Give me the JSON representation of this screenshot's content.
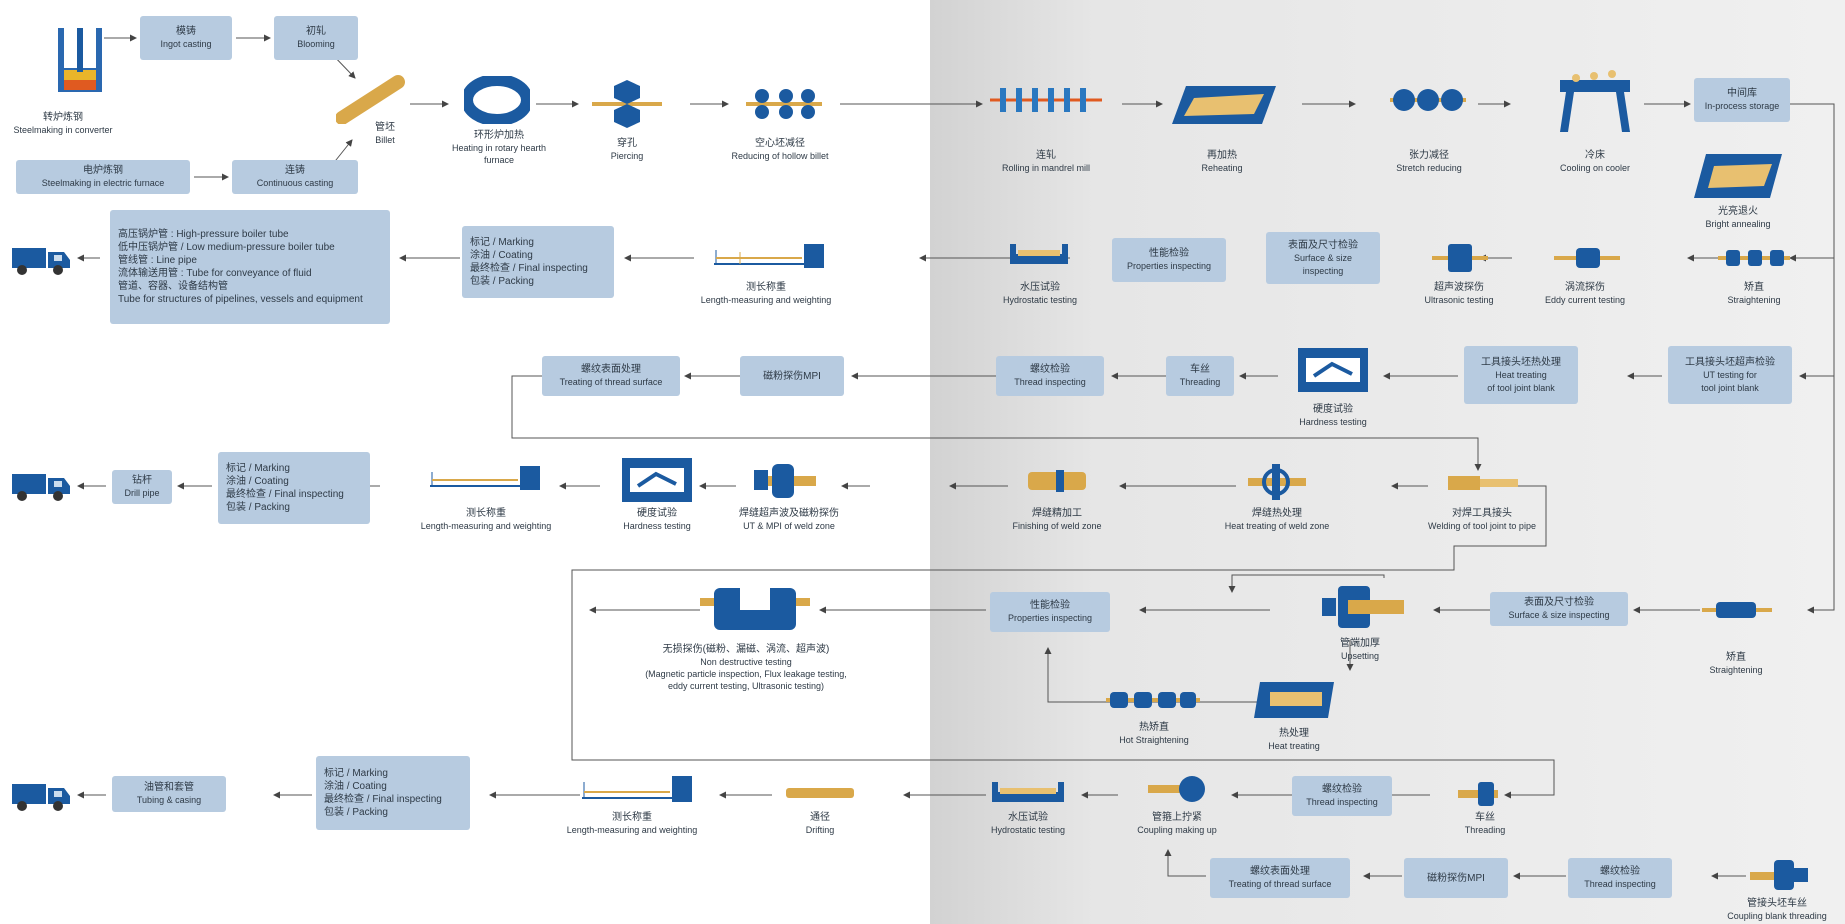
{
  "nodes": {
    "converter": {
      "zh": "转炉炼钢",
      "en": "Steelmaking in converter"
    },
    "ingot": {
      "zh": "模铸",
      "en": "Ingot casting"
    },
    "blooming": {
      "zh": "初轧",
      "en": "Blooming"
    },
    "billet": {
      "zh": "管坯",
      "en": "Billet"
    },
    "electric": {
      "zh": "电炉炼钢",
      "en": "Steelmaking in electric furnace"
    },
    "continuous": {
      "zh": "连铸",
      "en": "Continuous casting"
    },
    "rotary": {
      "zh": "环形炉加热",
      "en": "Heating in rotary hearth furnace"
    },
    "piercing": {
      "zh": "穿孔",
      "en": "Piercing"
    },
    "reducing_hollow": {
      "zh": "空心坯减径",
      "en": "Reducing of hollow billet"
    },
    "mandrel": {
      "zh": "连轧",
      "en": "Rolling in mandrel mill"
    },
    "reheating": {
      "zh": "再加热",
      "en": "Reheating"
    },
    "stretch": {
      "zh": "张力减径",
      "en": "Stretch reducing"
    },
    "cooler": {
      "zh": "冷床",
      "en": "Cooling on cooler"
    },
    "storage": {
      "zh": "中间库",
      "en": "In-process storage"
    },
    "bright": {
      "zh": "光亮退火",
      "en": "Bright annealing"
    },
    "straight1": {
      "zh": "矫直",
      "en": "Straightening"
    },
    "eddy": {
      "zh": "涡流探伤",
      "en": "Eddy current testing"
    },
    "ultra": {
      "zh": "超声波探伤",
      "en": "Ultrasonic testing"
    },
    "surface_size": {
      "zh": "表面及尺寸检验",
      "en1": "Surface & size",
      "en2": "inspecting"
    },
    "properties1": {
      "zh": "性能检验",
      "en": "Properties inspecting"
    },
    "hydro1": {
      "zh": "水压试验",
      "en": "Hydrostatic testing"
    },
    "length1": {
      "zh": "测长称重",
      "en": "Length-measuring and weighting"
    },
    "mark1": {
      "l1": "标记 / Marking",
      "l2": "涂油 / Coating",
      "l3": "最终检查 / Final inspecting",
      "l4": "包装 / Packing"
    },
    "products": {
      "l1": "高压锅炉管 : High-pressure boiler tube",
      "l2": "低中压锅炉管 / Low medium-pressure boiler tube",
      "l3": "管线管 : Line pipe",
      "l4": "流体输送用管 : Tube for conveyance of fluid",
      "l5": "管道、容器、设备结构管",
      "l6": "Tube for structures of pipelines, vessels and equipment"
    },
    "ut_tooljoint": {
      "zh": "工具接头坯超声检验",
      "en1": "UT testing for",
      "en2": "tool joint blank"
    },
    "ht_tooljoint": {
      "zh": "工具接头坯热处理",
      "en1": "Heat treating",
      "en2": "of tool joint blank"
    },
    "hardness1": {
      "zh": "硬度试验",
      "en": "Hardness testing"
    },
    "threading1": {
      "zh": "车丝",
      "en": "Threading"
    },
    "thread_insp1": {
      "zh": "螺纹检验",
      "en": "Thread inspecting"
    },
    "mpi1": {
      "zh": "磁粉探伤MPI"
    },
    "thread_surf1": {
      "zh": "螺纹表面处理",
      "en": "Treating of thread surface"
    },
    "weld_tj": {
      "zh": "对焊工具接头",
      "en": "Welding of tool joint to pipe"
    },
    "ht_weld": {
      "zh": "焊缝热处理",
      "en": "Heat treating of weld zone"
    },
    "finish_weld": {
      "zh": "焊缝精加工",
      "en": "Finishing of weld zone"
    },
    "ut_mpi_weld": {
      "zh": "焊缝超声波及磁粉探伤",
      "en": "UT & MPI of weld zone"
    },
    "hardness2": {
      "zh": "硬度试验",
      "en": "Hardness testing"
    },
    "length2": {
      "zh": "测长称重",
      "en": "Length-measuring and weighting"
    },
    "mark2": {
      "l1": "标记 / Marking",
      "l2": "涂油 / Coating",
      "l3": "最终检查 / Final inspecting",
      "l4": "包装 / Packing"
    },
    "drill": {
      "zh": "钻杆",
      "en": "Drill pipe"
    },
    "straight2": {
      "zh": "矫直",
      "en": "Straightening"
    },
    "surface_size2": {
      "zh": "表面及尺寸检验",
      "en": "Surface & size inspecting"
    },
    "upsetting": {
      "zh": "管端加厚",
      "en": "Upsetting"
    },
    "heat_treat": {
      "zh": "热处理",
      "en": "Heat treating"
    },
    "hot_straight": {
      "zh": "热矫直",
      "en": "Hot Straightening"
    },
    "properties2": {
      "zh": "性能检验",
      "en": "Properties inspecting"
    },
    "ndt": {
      "zh": "无损探伤(磁粉、漏磁、涡流、超声波)",
      "en1": "Non destructive testing",
      "en2": "(Magnetic particle inspection, Flux leakage testing,",
      "en3": "eddy current testing, Ultrasonic testing)"
    },
    "threading2": {
      "zh": "车丝",
      "en": "Threading"
    },
    "thread_insp2": {
      "zh": "螺纹检验",
      "en": "Thread inspecting"
    },
    "coupling_up": {
      "zh": "管箍上拧紧",
      "en": "Coupling making up"
    },
    "hydro2": {
      "zh": "水压试验",
      "en": "Hydrostatic testing"
    },
    "drifting": {
      "zh": "通径",
      "en": "Drifting"
    },
    "length3": {
      "zh": "测长称重",
      "en": "Length-measuring and weighting"
    },
    "mark3": {
      "l1": "标记 / Marking",
      "l2": "涂油 / Coating",
      "l3": "最终检查 / Final inspecting",
      "l4": "包装 / Packing"
    },
    "tubing": {
      "zh": "油管和套管",
      "en": "Tubing & casing"
    },
    "coupling_thread": {
      "zh": "管接头坯车丝",
      "en": "Coupling blank threading"
    },
    "thread_insp3": {
      "zh": "螺纹检验",
      "en": "Thread inspecting"
    },
    "mpi2": {
      "zh": "磁粉探伤MPI"
    },
    "thread_surf2": {
      "zh": "螺纹表面处理",
      "en": "Treating of thread surface"
    }
  },
  "icon_colors": {
    "blue": "#1b5aa0",
    "gold": "#e8c070",
    "box": "#b7cbe0"
  }
}
